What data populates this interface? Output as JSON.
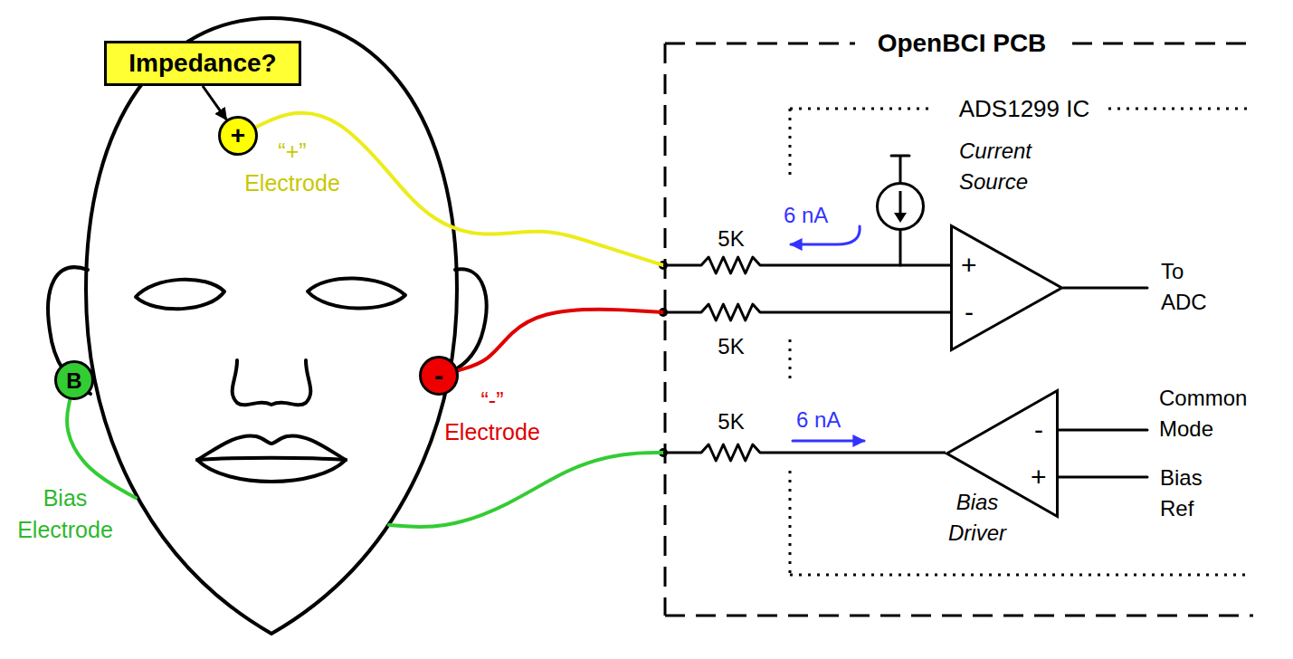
{
  "diagram": {
    "nodes": [
      {
        "text": [
          "Impedance?"
        ]
      },
      {
        "text": [
          "+"
        ]
      },
      {
        "text": [
          "B"
        ]
      },
      {
        "text": [
          "-"
        ]
      },
      {
        "text": [
          "OpenBCI PCB"
        ]
      },
      {
        "text": [
          "ADS1299 IC"
        ],
        "in": 4
      },
      {
        "text": [
          "Current Source"
        ],
        "in": 5
      },
      {
        "text": [
          "+",
          "-"
        ],
        "in": 5
      },
      {
        "text": [
          "-",
          "+",
          "Bias Driver"
        ],
        "in": 5
      }
    ],
    "edges": [
      {
        "from": 0,
        "to": 1,
        "arrow": "to"
      },
      {
        "from": 1,
        "to": 7,
        "arrow": "none"
      },
      {
        "from": 3,
        "to": 7,
        "arrow": "none"
      },
      {
        "from": 2,
        "to": 8,
        "arrow": "none"
      }
    ],
    "labels": [
      "“+” Electrode",
      "“-” Electrode",
      "Bias Electrode",
      "5K",
      "5K",
      "5K",
      "6 nA",
      "6 nA",
      "To ADC",
      "Common Mode",
      "Bias Ref"
    ]
  }
}
